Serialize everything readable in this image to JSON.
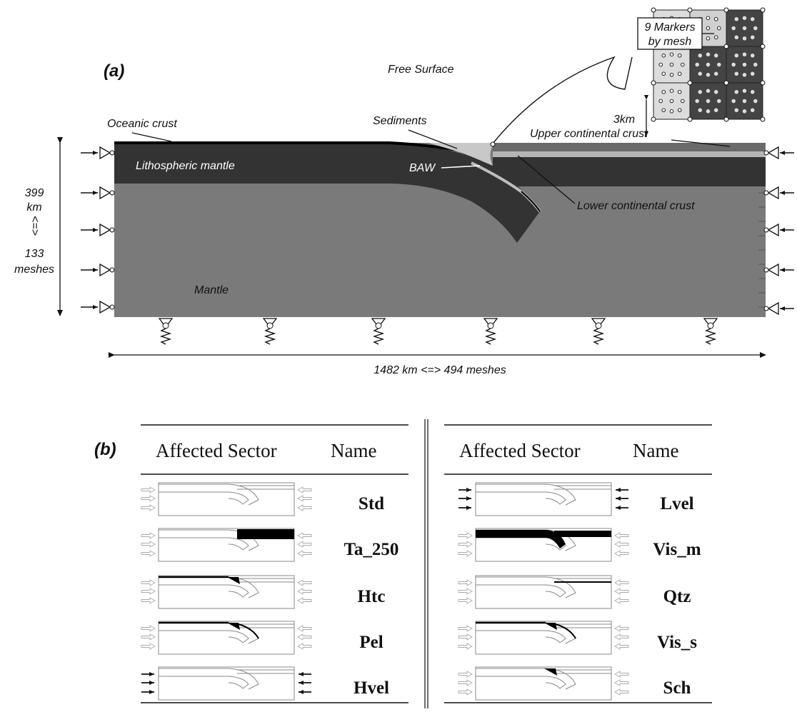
{
  "panel_a": {
    "label": "(a)",
    "free_surface": "Free Surface",
    "oceanic_crust": "Oceanic crust",
    "sediments": "Sediments",
    "upper_continental_crust": "Upper continental crust",
    "lithospheric_mantle": "Lithospheric mantle",
    "baw": "BAW",
    "lower_continental_crust": "Lower continental crust",
    "mantle": "Mantle",
    "height_line1": "399",
    "height_line2": "km",
    "height_equiv": "<=>",
    "height_line4": "133",
    "height_line5": "meshes",
    "width_label": "1482 km <=> 494 meshes",
    "inset": {
      "markers_line1": "9 Markers",
      "markers_line2": "by mesh",
      "scale": "3km"
    }
  },
  "panel_b": {
    "label": "(b)",
    "col_sector": "Affected Sector",
    "col_name": "Name",
    "left_names": [
      "Std",
      "Ta_250",
      "Htc",
      "Pel",
      "Hvel"
    ],
    "right_names": [
      "Lvel",
      "Vis_m",
      "Qtz",
      "Vis_s",
      "Sch"
    ]
  },
  "colors": {
    "mantle": "#7a7a7a",
    "lithosphere": "#333333",
    "sediments": "#c8c8c8",
    "upper_crust": "#666666",
    "highlight": "#000000"
  }
}
